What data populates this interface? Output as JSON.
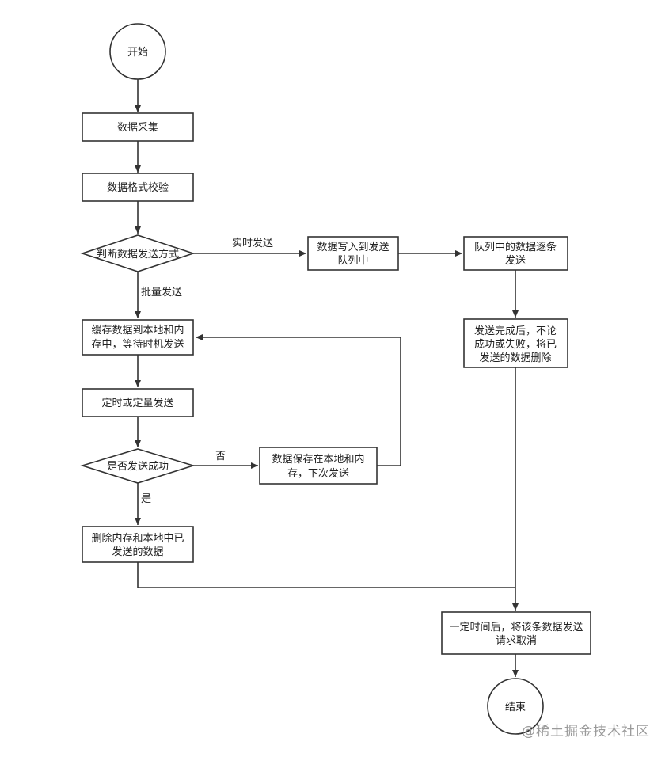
{
  "nodes": {
    "start": "开始",
    "collect": "数据采集",
    "validate": "数据格式校验",
    "decide_mode": "判断数据发送方式",
    "write_queue": [
      "数据写入到发送",
      "队列中"
    ],
    "queue_send": [
      "队列中的数据逐条",
      "发送"
    ],
    "after_send": [
      "发送完成后，不论",
      "成功或失败，将已",
      "发送的数据删除"
    ],
    "cache": [
      "缓存数据到本地和内",
      "存中，等待时机发送"
    ],
    "timed_send": "定时或定量发送",
    "success_check": "是否发送成功",
    "save_retry": [
      "数据保存在本地和内",
      "存，下次发送"
    ],
    "delete_sent": [
      "删除内存和本地中已",
      "发送的数据"
    ],
    "timeout_cancel": [
      "一定时间后，将该条数据发送",
      "请求取消"
    ],
    "end": "结束"
  },
  "edges": {
    "realtime": "实时发送",
    "batch": "批量发送",
    "no": "否",
    "yes": "是"
  },
  "watermark": "@稀土掘金技术社区"
}
